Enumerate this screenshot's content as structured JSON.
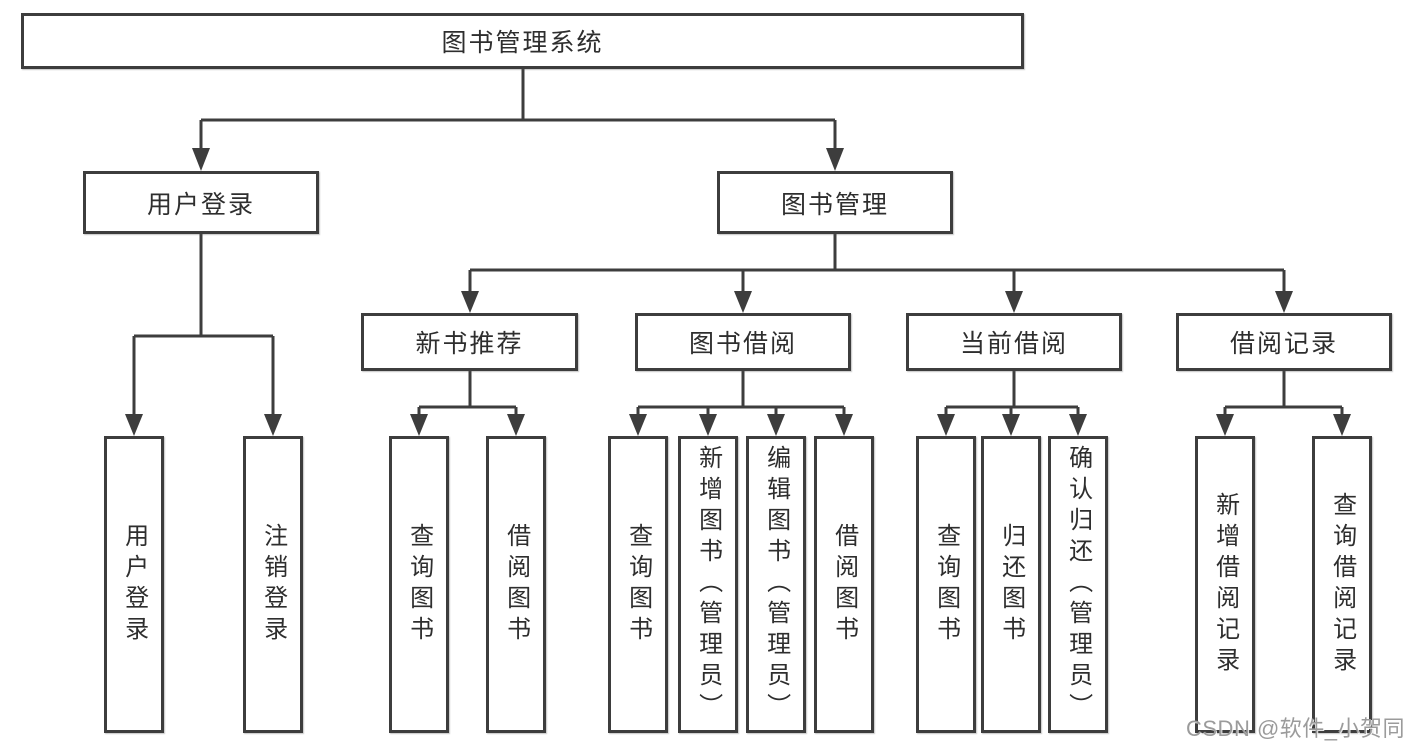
{
  "root": {
    "label": "图书管理系统"
  },
  "level2": {
    "user_login": {
      "label": "用户登录"
    },
    "book_management": {
      "label": "图书管理"
    }
  },
  "level3": {
    "new_book_recommend": {
      "label": "新书推荐"
    },
    "book_borrow": {
      "label": "图书借阅"
    },
    "current_borrow": {
      "label": "当前借阅"
    },
    "borrow_record": {
      "label": "借阅记录"
    }
  },
  "leaves": {
    "user_login": {
      "label": "用户登录"
    },
    "logout": {
      "label": "注销登录"
    },
    "rec_query_book": {
      "label": "查询图书"
    },
    "rec_borrow_book": {
      "label": "借阅图书"
    },
    "bb_query_book": {
      "label": "查询图书"
    },
    "bb_add_book": {
      "label": "新增图书（管理员）"
    },
    "bb_edit_book": {
      "label": "编辑图书（管理员）"
    },
    "bb_borrow_book": {
      "label": "借阅图书"
    },
    "cb_query_book": {
      "label": "查询图书"
    },
    "cb_return_book": {
      "label": "归还图书"
    },
    "cb_confirm_return": {
      "label": "确认归还（管理员）"
    },
    "br_add_record": {
      "label": "新增借阅记录"
    },
    "br_query_record": {
      "label": "查询借阅记录"
    }
  },
  "watermark": {
    "text": "CSDN @软件_小贺同学"
  },
  "colors": {
    "line": "#3d3d3d",
    "text": "#2e2e2e",
    "box_fill": "#ffffff",
    "watermark_text": "#9b9b9b",
    "background": "#ffffff"
  }
}
